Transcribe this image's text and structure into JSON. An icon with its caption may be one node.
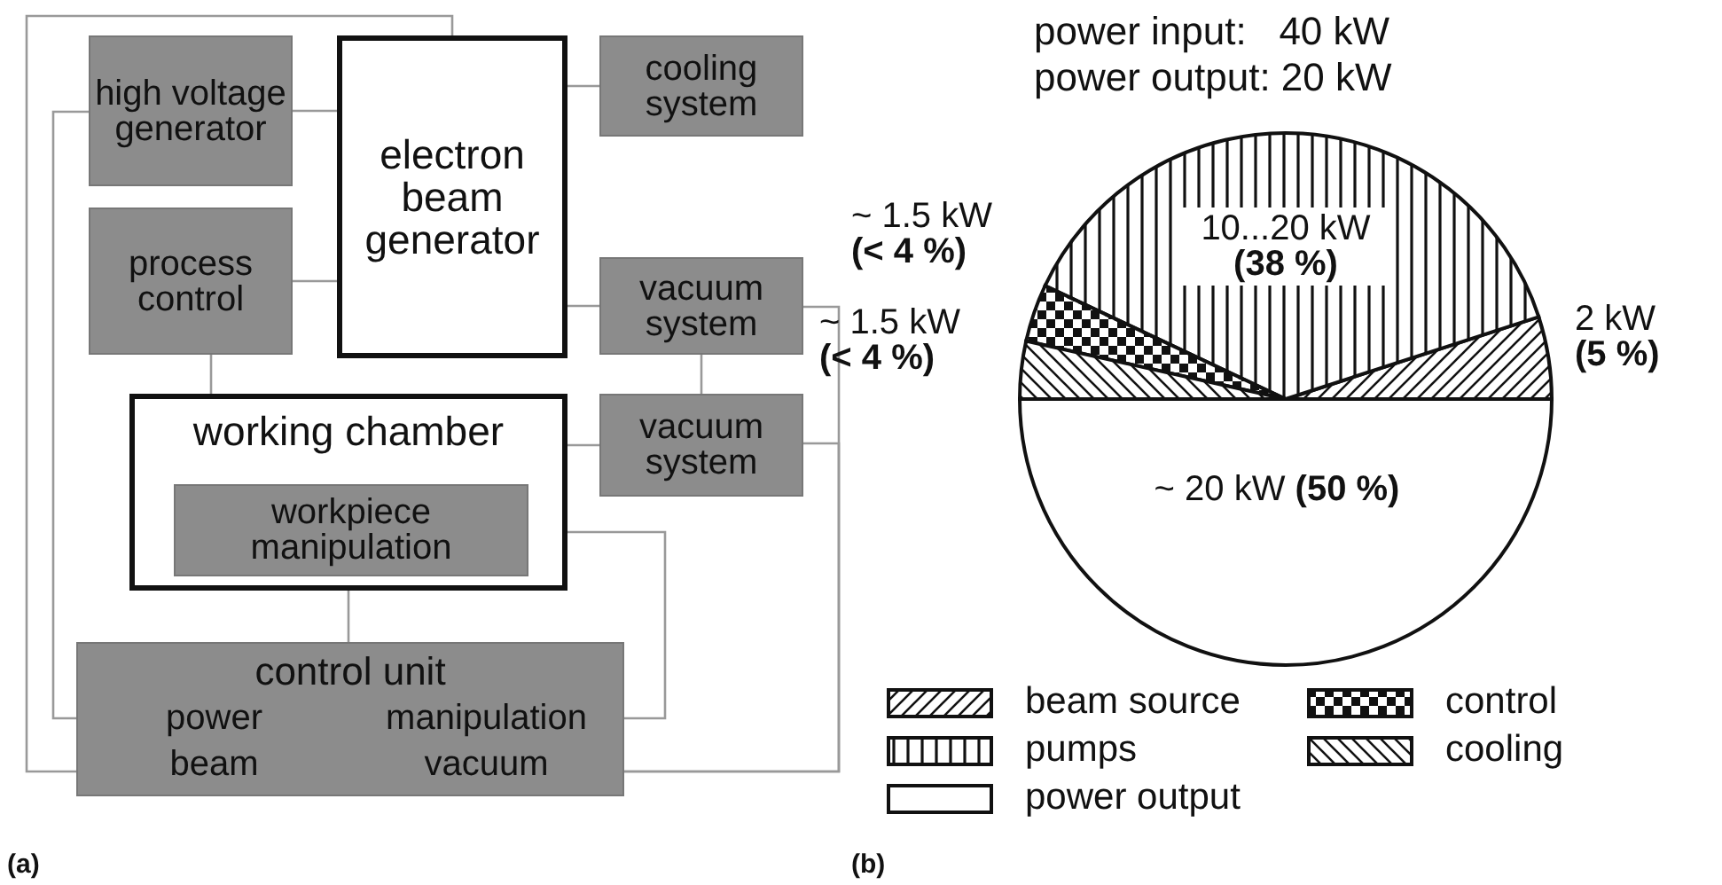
{
  "diagram": {
    "nodes": [
      {
        "text": [
          "high voltage generator"
        ]
      },
      {
        "text": [
          "electron beam generator"
        ]
      },
      {
        "text": [
          "cooling system"
        ]
      },
      {
        "text": [
          "process control"
        ]
      },
      {
        "text": [
          "vacuum system"
        ]
      },
      {
        "text": [
          "working chamber"
        ]
      },
      {
        "text": [
          "workpiece manipulation"
        ],
        "in": 5
      },
      {
        "text": [
          "vacuum system"
        ]
      },
      {
        "text": [
          "control unit",
          "power",
          "manipulation",
          "beam",
          "vacuum"
        ]
      }
    ],
    "edges": [
      {
        "from": 0,
        "to": 1,
        "arrow": "none"
      },
      {
        "from": 3,
        "to": 1,
        "arrow": "none"
      },
      {
        "from": 1,
        "to": 2,
        "arrow": "none"
      },
      {
        "from": 1,
        "to": 4,
        "arrow": "none"
      },
      {
        "from": 4,
        "to": 7,
        "arrow": "none"
      },
      {
        "from": 5,
        "to": 7,
        "arrow": "none"
      },
      {
        "from": 3,
        "to": 5,
        "arrow": "none"
      },
      {
        "from": 5,
        "to": 8,
        "arrow": "none"
      },
      {
        "from": 6,
        "to": 8,
        "arrow": "none"
      },
      {
        "from": 0,
        "to": 8,
        "arrow": "none"
      },
      {
        "from": 1,
        "to": 8,
        "arrow": "none"
      },
      {
        "from": 4,
        "to": 8,
        "arrow": "none"
      },
      {
        "from": 7,
        "to": 8,
        "arrow": "none"
      }
    ],
    "labels": [
      "power input:   40 kW",
      "power output: 20 kW",
      "(a)",
      "(b)"
    ],
    "chart_data": {
      "type": "pie",
      "categories": [
        "beam source",
        "pumps",
        "control",
        "cooling",
        "power output"
      ],
      "values": [
        5,
        38,
        3.5,
        3.5,
        50
      ],
      "value_labels": [
        "2 kW **(5 %)**",
        "10...20 kW **(38 %)**",
        "~ 1.5 kW **(< 4 %)**",
        "~ 1.5 kW **(< 4 %)**",
        "~ 20 kW **(50 %)**"
      ],
      "legend": "bottom"
    }
  }
}
